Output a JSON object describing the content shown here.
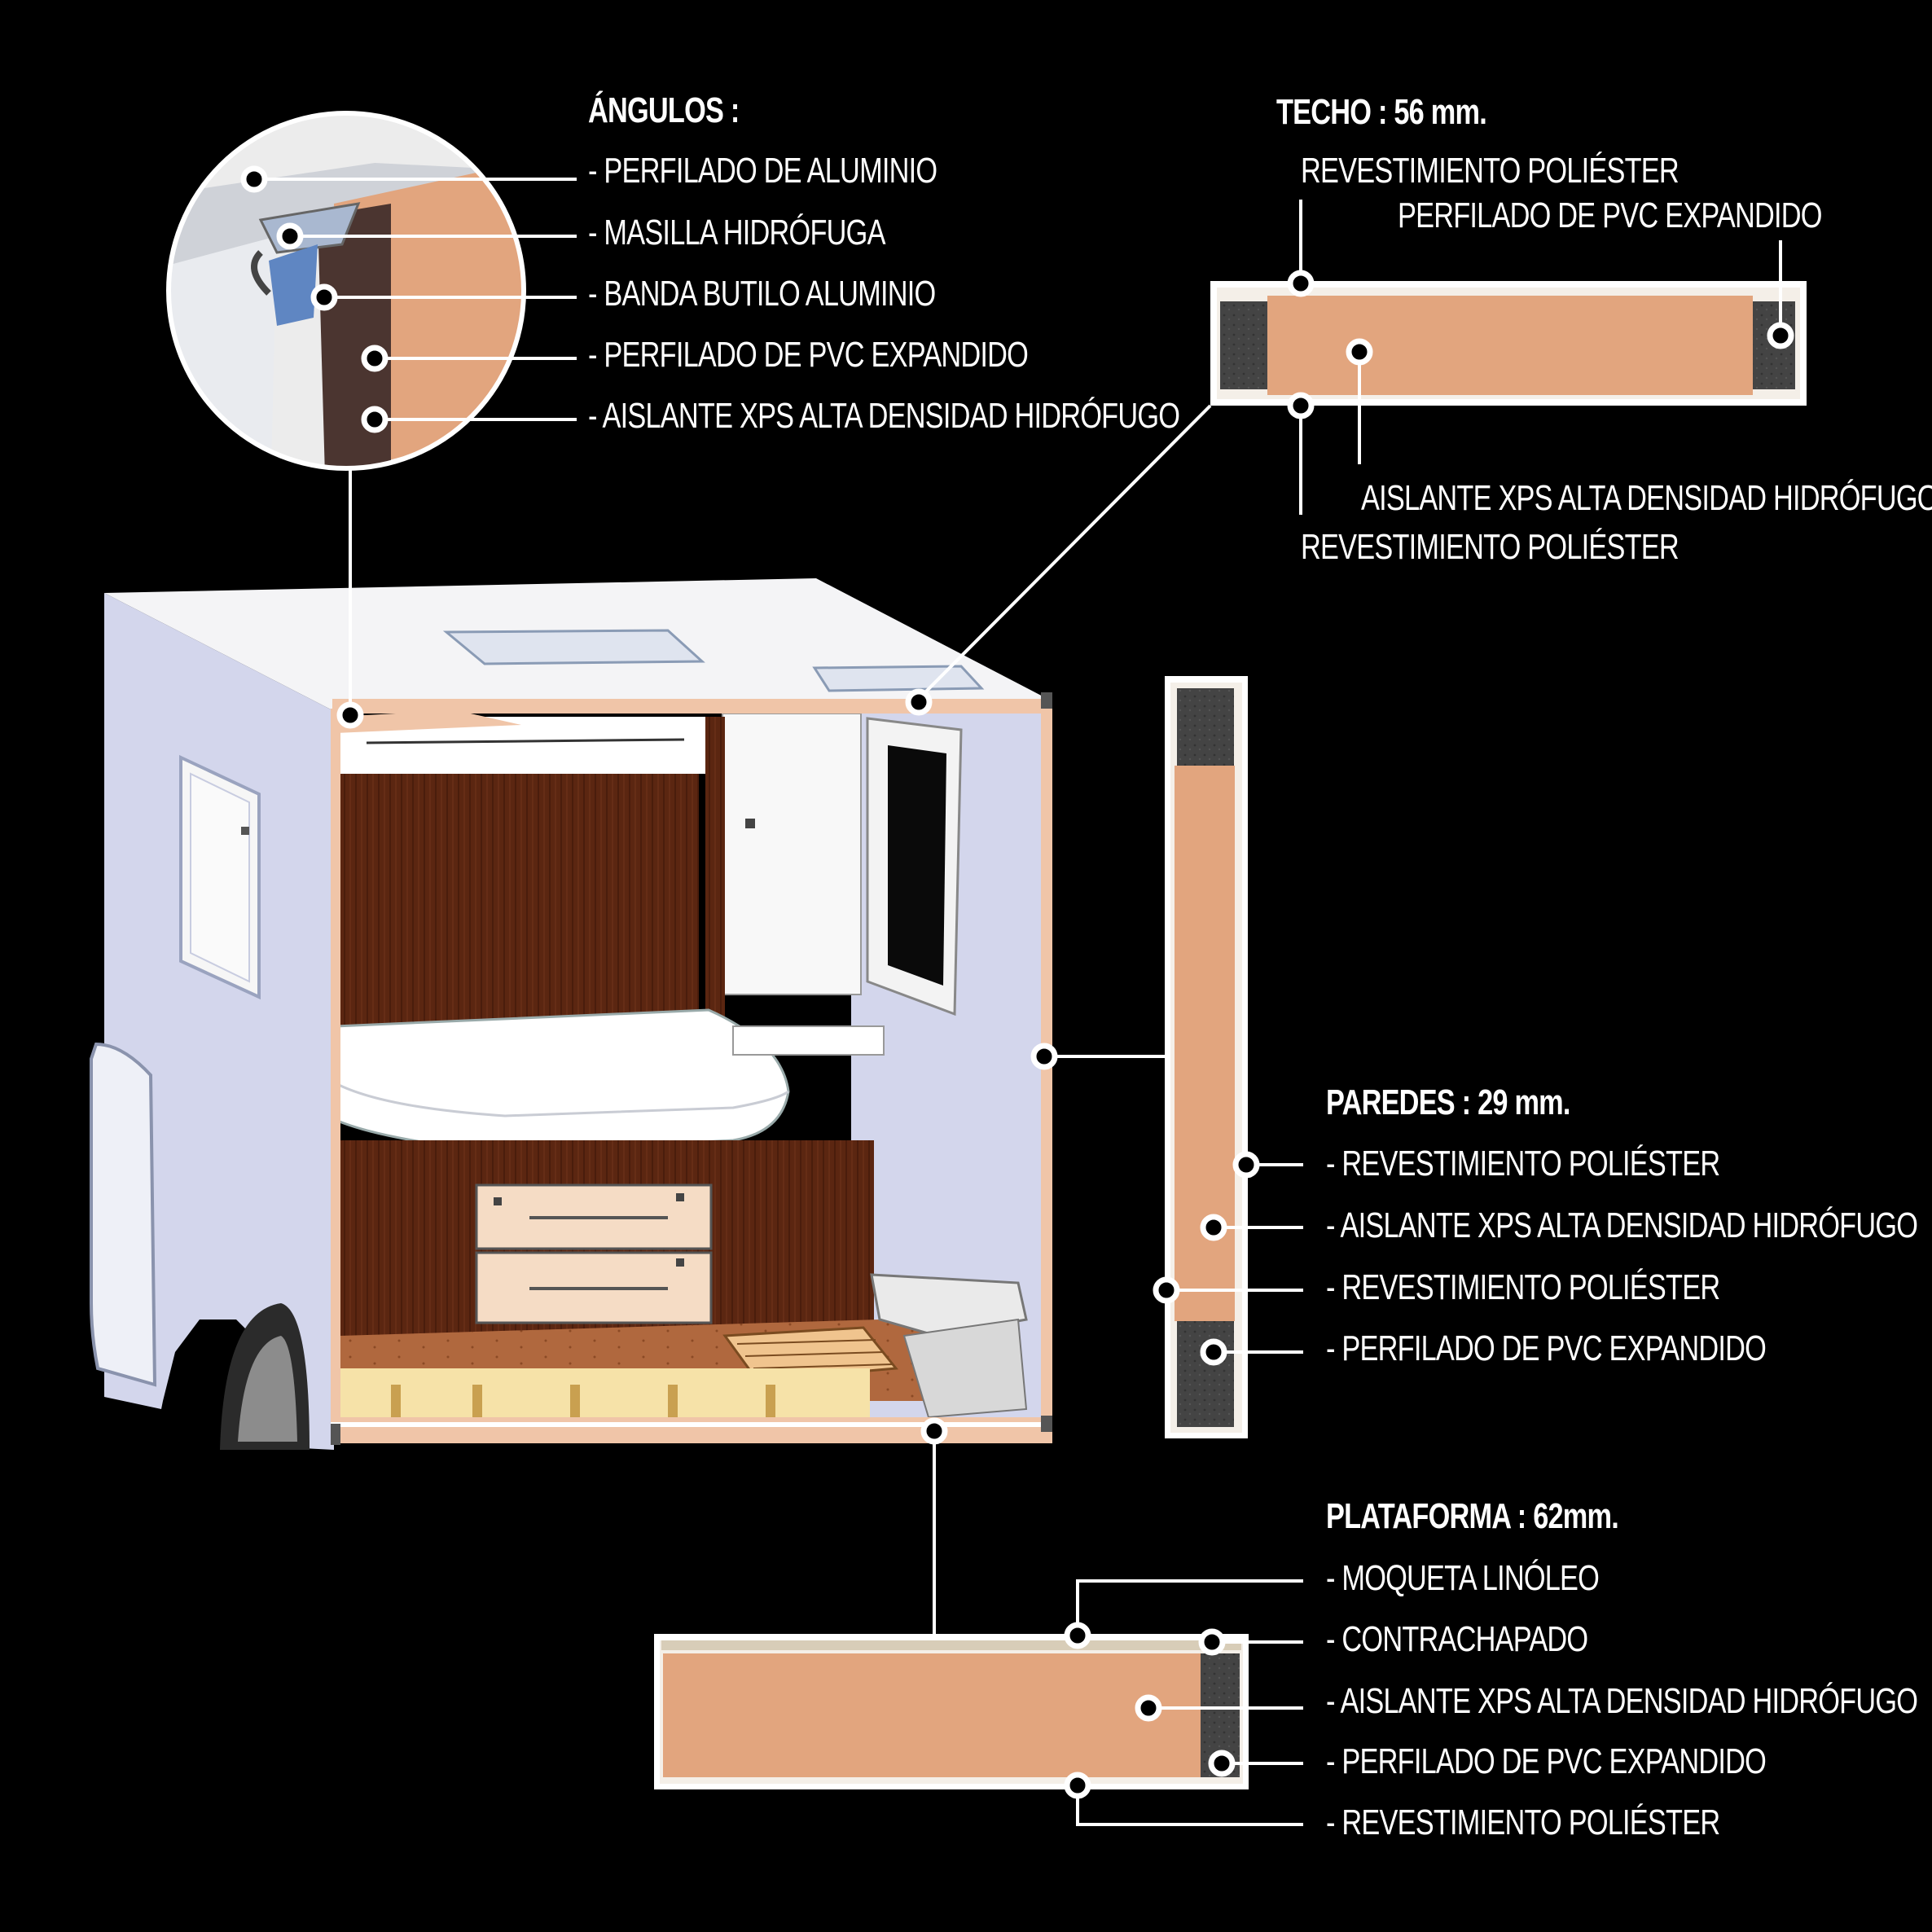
{
  "colors": {
    "background": "#000000",
    "xps": "#e2a57e",
    "pvc": "#3f3f3f",
    "wood": "#5a2410",
    "panel_white": "#f2f2f4",
    "van_wall": "#d3d6ec"
  },
  "angulos": {
    "title": "ÁNGULOS :",
    "items": [
      "- PERFILADO DE ALUMINIO",
      "- MASILLA HIDRÓFUGA",
      "- BANDA BUTILO ALUMINIO",
      "- PERFILADO DE PVC EXPANDIDO",
      "- AISLANTE XPS ALTA DENSIDAD HIDRÓFUGO"
    ]
  },
  "techo": {
    "title": "TECHO : 56 mm.",
    "top_label_1": "REVESTIMIENTO POLIÉSTER",
    "top_label_2": "PERFILADO DE PVC EXPANDIDO",
    "bottom_label_1": "AISLANTE XPS ALTA DENSIDAD HIDRÓFUGO",
    "bottom_label_2": "REVESTIMIENTO POLIÉSTER"
  },
  "paredes": {
    "title": "PAREDES : 29 mm.",
    "items": [
      "- REVESTIMIENTO POLIÉSTER",
      "- AISLANTE XPS ALTA DENSIDAD HIDRÓFUGO",
      "- REVESTIMIENTO POLIÉSTER",
      "- PERFILADO DE PVC EXPANDIDO"
    ]
  },
  "plataforma": {
    "title": "PLATAFORMA : 62mm.",
    "items": [
      "- MOQUETA LINÓLEO",
      "- CONTRACHAPADO",
      "- AISLANTE XPS ALTA DENSIDAD HIDRÓFUGO",
      "- PERFILADO DE PVC EXPANDIDO",
      "- REVESTIMIENTO POLIÉSTER"
    ]
  }
}
